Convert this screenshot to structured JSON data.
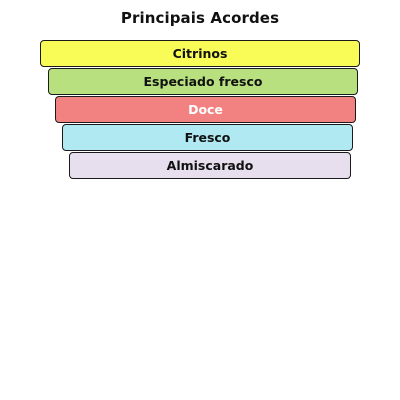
{
  "header": {
    "title": "Principais Acordes"
  },
  "accords": [
    {
      "label": "Citrinos",
      "color": "#f9fc57",
      "text_color": "#111111",
      "strength": 1.0
    },
    {
      "label": "Especiado fresco",
      "color": "#b8e07e",
      "text_color": "#111111",
      "strength": 0.97
    },
    {
      "label": "Doce",
      "color": "#f28282",
      "text_color": "#ffffff",
      "strength": 0.94
    },
    {
      "label": "Fresco",
      "color": "#b1e9f2",
      "text_color": "#111111",
      "strength": 0.91
    },
    {
      "label": "Almiscarado",
      "color": "#e8dfee",
      "text_color": "#111111",
      "strength": 0.88
    }
  ]
}
